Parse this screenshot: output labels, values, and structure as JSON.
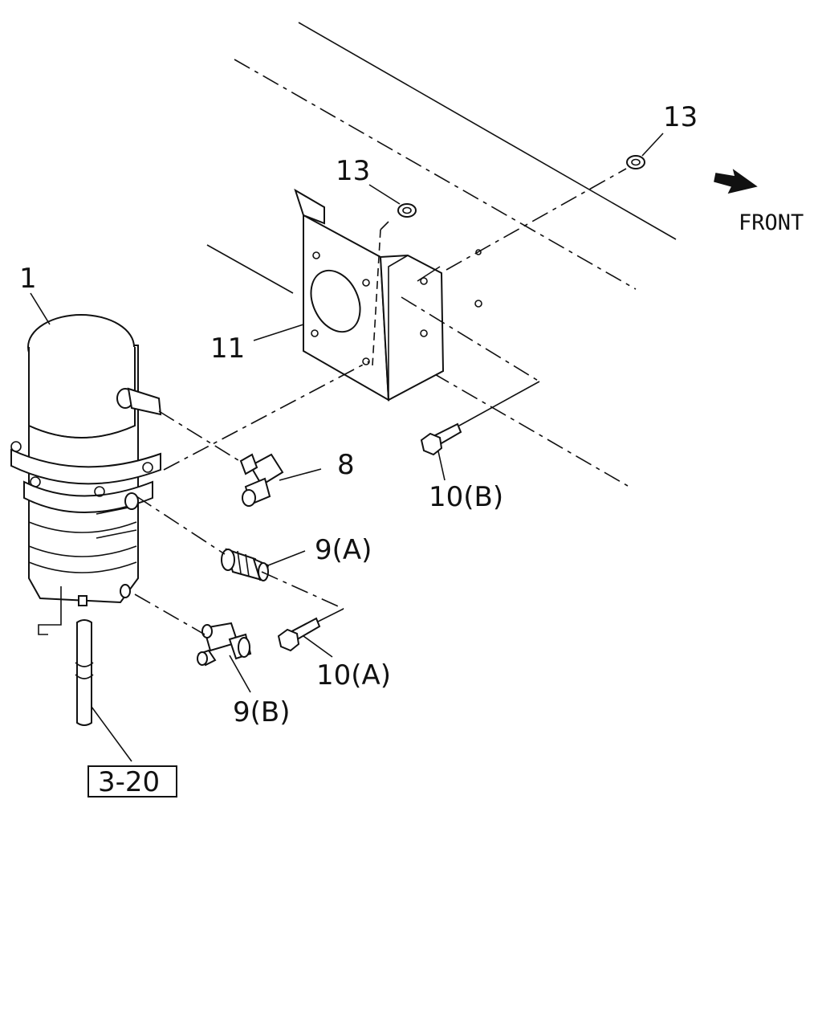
{
  "diagram": {
    "labels": {
      "part_1": "1",
      "part_8": "8",
      "part_9a": "9(A)",
      "part_9b": "9(B)",
      "part_10a": "10(A)",
      "part_10b": "10(B)",
      "part_11": "11",
      "part_13_upper": "13",
      "part_13_lower": "13",
      "reference": "3-20",
      "front": "FRONT"
    },
    "colors": {
      "line": "#111111",
      "background": "#ffffff"
    },
    "icons": {
      "front_direction": "arrow-right-down-icon"
    }
  }
}
